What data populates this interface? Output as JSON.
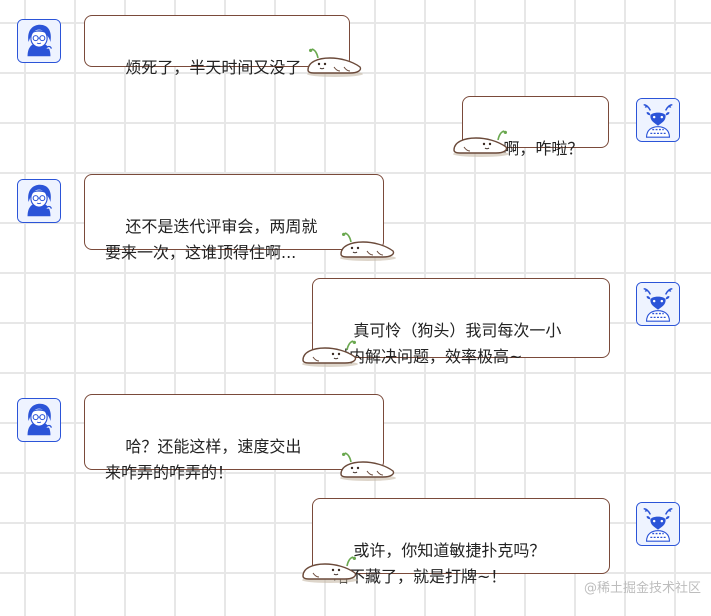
{
  "chat": {
    "messages": [
      {
        "speaker": "girl",
        "side": "left",
        "text": "烦死了，半天时间又没了"
      },
      {
        "speaker": "deer",
        "side": "right",
        "text": "啊，咋啦？"
      },
      {
        "speaker": "girl",
        "side": "left",
        "text": "还不是迭代评审会，两周就\n要来一次，这谁顶得住啊..."
      },
      {
        "speaker": "deer",
        "side": "right",
        "text": "真可怜（狗头）我司每次一小\n时内解决问题，效率极高~"
      },
      {
        "speaker": "girl",
        "side": "left",
        "text": "哈？还能这样，速度交出\n来咋弄的咋弄的！"
      },
      {
        "speaker": "deer",
        "side": "right",
        "text": "或许，你知道敏捷扑克吗？\n嗐不藏了，就是打牌~！"
      }
    ]
  },
  "watermark": "@稀土掘金技术社区",
  "colors": {
    "avatar_border": "#2b54d8",
    "bubble_border": "#7a4a3a",
    "grid": "#e7e7e7"
  },
  "icons": {
    "girl": "girl-avatar-icon",
    "deer": "deer-avatar-icon",
    "mascot": "radish-mascot-icon"
  }
}
